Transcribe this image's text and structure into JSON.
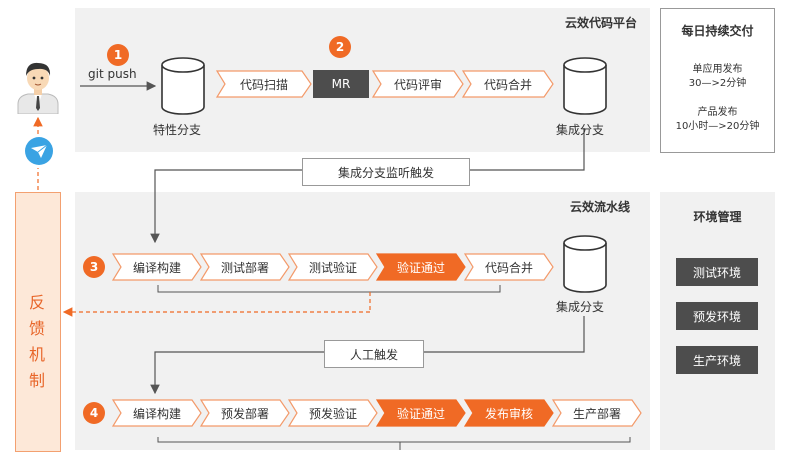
{
  "top_panel": {
    "title": "云效代码平台"
  },
  "pipeline_panel": {
    "title": "云效流水线"
  },
  "daily": {
    "title": "每日持续交付",
    "item1_title": "单应用发布",
    "item1_value": "30—>2分钟",
    "item2_title": "产品发布",
    "item2_value": "10小时—>20分钟"
  },
  "env": {
    "title": "环境管理",
    "items": [
      "测试环境",
      "预发环境",
      "生产环境"
    ]
  },
  "feedback": {
    "chars": [
      "反",
      "馈",
      "机",
      "制"
    ]
  },
  "flow1": {
    "badge1": "1",
    "badge2": "2",
    "git_push": "git push",
    "feature_branch": "特性分支",
    "integration_branch": "集成分支",
    "steps": [
      "代码扫描",
      "MR",
      "代码评审",
      "代码合并"
    ]
  },
  "trigger1": "集成分支监听触发",
  "flow3": {
    "badge": "3",
    "steps": [
      "编译构建",
      "测试部署",
      "测试验证",
      "验证通过",
      "代码合并"
    ],
    "integration_branch": "集成分支"
  },
  "trigger2": "人工触发",
  "flow4": {
    "badge": "4",
    "steps": [
      "编译构建",
      "预发部署",
      "预发验证",
      "验证通过",
      "发布审核",
      "生产部署"
    ]
  },
  "colors": {
    "accent": "#f06a25",
    "dark_step": "#4d4d4d",
    "panel_bg": "#f1f1f1",
    "feedback_bg": "#fde8d8"
  }
}
